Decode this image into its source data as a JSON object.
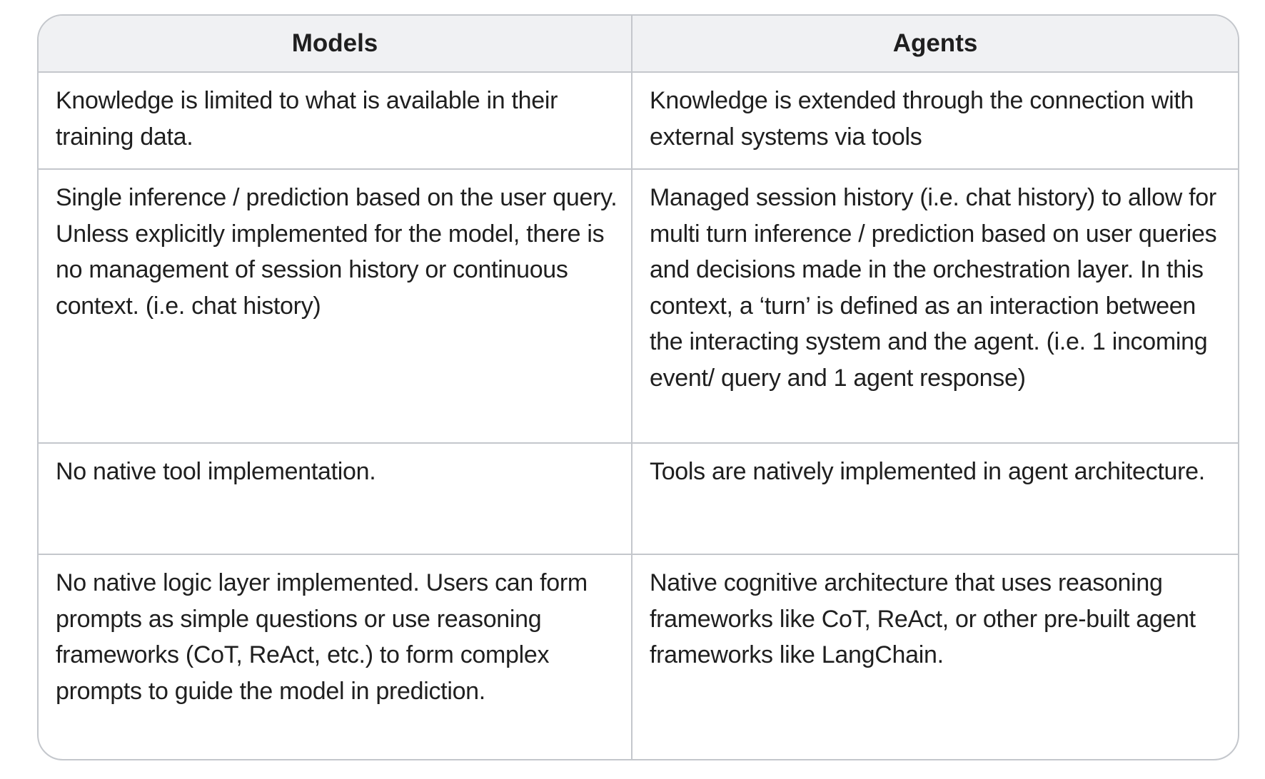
{
  "table": {
    "headers": [
      "Models",
      "Agents"
    ],
    "rows": [
      {
        "models": "Knowledge is limited to what is available in their training data.",
        "agents": "Knowledge is extended through the connection with external systems via tools"
      },
      {
        "models": "Single inference / prediction based on the user query. Unless explicitly implemented for the model, there is no management of session history or continuous context. (i.e. chat history)",
        "agents": "Managed session history (i.e. chat history) to allow for multi turn inference / prediction based on user queries and decisions made in the orchestration layer. In this context, a ‘turn’ is defined as an interaction between the interacting system and the agent. (i.e. 1 incoming event/ query and 1 agent response)"
      },
      {
        "models": "No native tool implementation.",
        "agents": "Tools are natively implemented in agent architecture."
      },
      {
        "models": "No native logic layer implemented. Users can form prompts as simple questions or use reasoning frameworks (CoT, ReAct, etc.) to form complex prompts to guide the model in prediction.",
        "agents": "Native cognitive architecture that uses reasoning frameworks like CoT, ReAct, or other pre-built agent frameworks like LangChain."
      }
    ]
  },
  "colors": {
    "header_bg": "#f0f1f3",
    "border": "#c4c7cc",
    "text": "#1f1f1f"
  }
}
